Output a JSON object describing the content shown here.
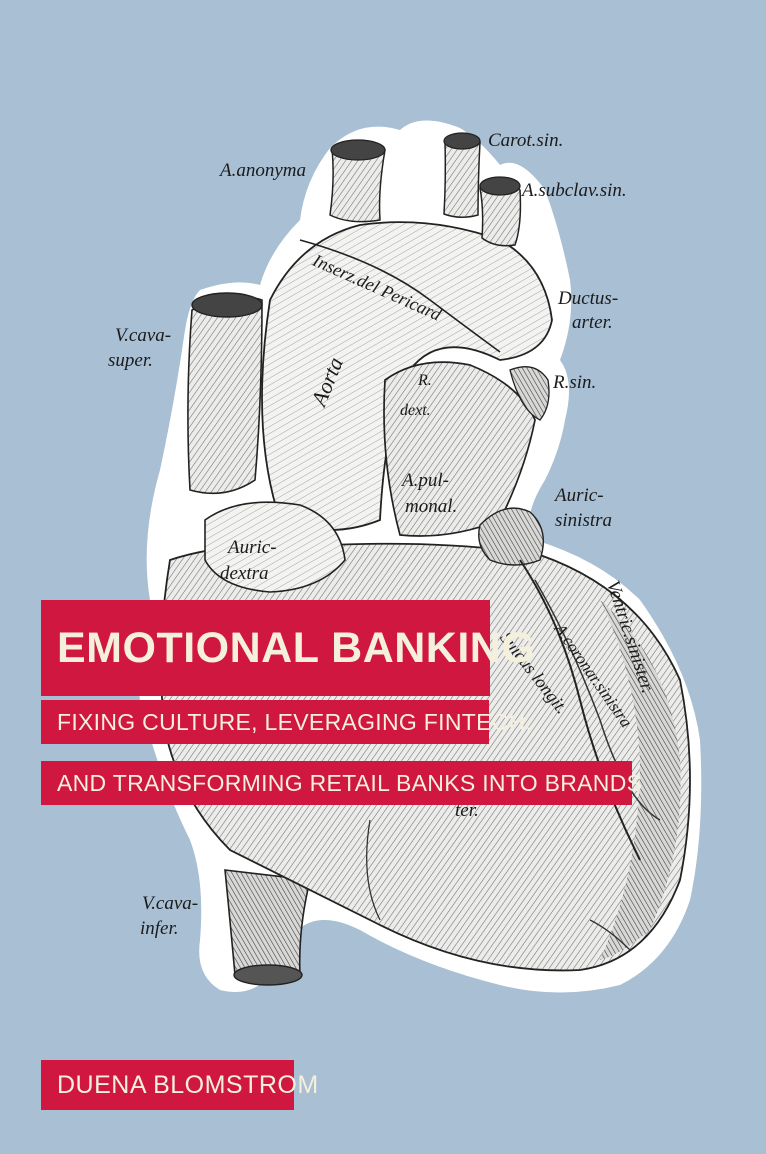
{
  "cover": {
    "title": "EMOTIONAL BANKING",
    "subtitle_line1": "FIXING CULTURE, LEVERAGING FINTECH,",
    "subtitle_line2": "AND TRANSFORMING RETAIL BANKS INTO BRANDS",
    "author": "DUENA BLOMSTROM",
    "colors": {
      "background": "#a8bfd4",
      "band": "#d0173f",
      "band_text": "#f4f0dc"
    }
  },
  "illustration": {
    "subject": "anatomical-heart-engraving",
    "labels": {
      "a_anonyma": "A.anonyma",
      "carot_sin": "Carot.sin.",
      "a_subclav_sin": "A.subclav.sin.",
      "inserz_pericard": "Inserz.del Pericard",
      "ductus": "Ductus-",
      "arter": "arter.",
      "v_cava_super_1": "V.cava-",
      "v_cava_super_2": "super.",
      "aorta": "Aorta",
      "r_dext_1": "R.",
      "r_dext_2": "dext.",
      "r_sin": "R.sin.",
      "a_pulmonal_1": "A.pul-",
      "a_pulmonal_2": "monal.",
      "auric_sinistra_1": "Auric-",
      "auric_sinistra_2": "sinistra",
      "auric_dextra_1": "Auric-",
      "auric_dextra_2": "dextra",
      "ventric_sinister": "Ventric.sinister.",
      "sulcus_longit": "Sulcus longit.",
      "a_coronar_sinistra": "A.coronar.sinistra",
      "ventric_dexter_fragment": "ter.",
      "v_cava_infer_1": "V.cava-",
      "v_cava_infer_2": "infer."
    }
  }
}
